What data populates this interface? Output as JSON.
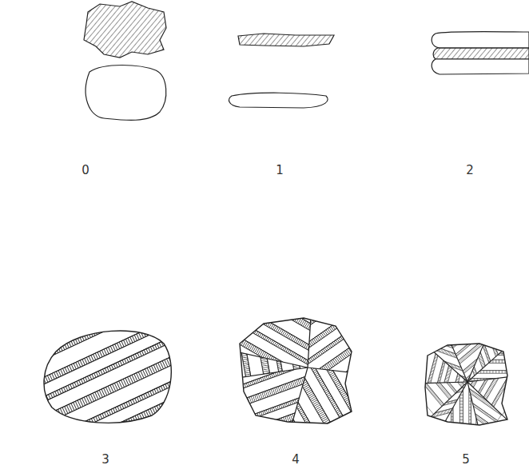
{
  "diagram": {
    "labels": [
      "0",
      "1",
      "2",
      "3",
      "4",
      "5"
    ]
  }
}
